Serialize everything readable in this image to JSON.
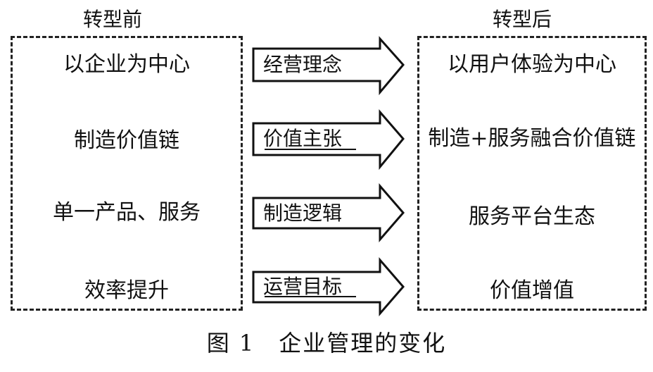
{
  "before": {
    "title": "转型前",
    "items": [
      "以企业为中心",
      "制造价值链",
      "单一产品、服务",
      "效率提升"
    ]
  },
  "after": {
    "title": "转型后",
    "items": [
      "以用户体验为中心",
      "制造+服务融合价值链",
      "服务平台生态",
      "价值增值"
    ]
  },
  "arrows": [
    "经营理念",
    "价值主张",
    "制造逻辑",
    "运营目标"
  ],
  "caption": "图 1　企业管理的变化"
}
